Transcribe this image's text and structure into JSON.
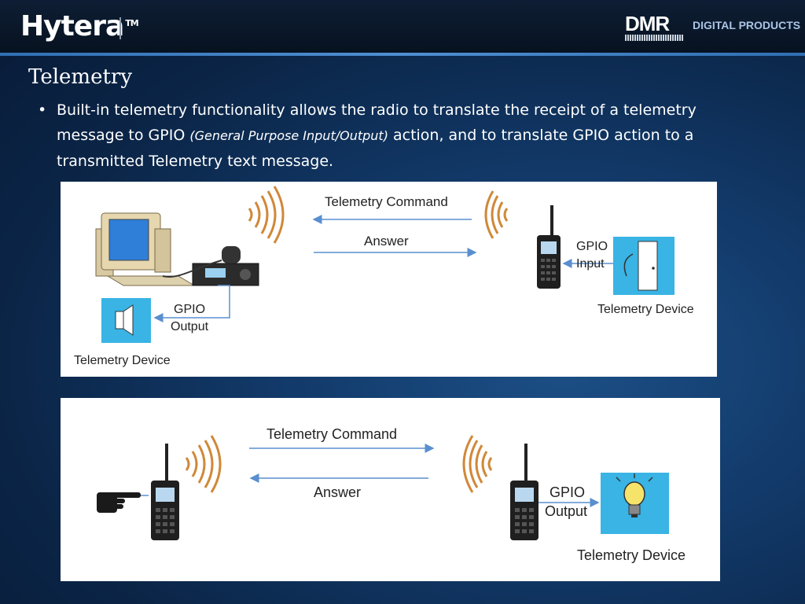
{
  "header": {
    "brand": "Hytera",
    "brand_tm": "TM",
    "partner_logo": "DMR",
    "partner_tag": "DIGITAL PRODUCTS"
  },
  "slide": {
    "title": "Telemetry",
    "bullet_part1": "Built-in telemetry  functionality allows the radio to translate the receipt of a telemetry message to GPIO ",
    "bullet_italic": "(General Purpose Input/Output)",
    "bullet_part2": " action, and to translate GPIO action to a transmitted Telemetry text message."
  },
  "diagram1": {
    "command_label": "Telemetry Command",
    "answer_label": "Answer",
    "gpio_input_line1": "GPIO",
    "gpio_input_line2": "Input",
    "gpio_output_line1": "GPIO",
    "gpio_output_line2": "Output",
    "device_right": "Telemetry Device",
    "device_left": "Telemetry Device",
    "icons": [
      "computer-icon",
      "base-station-radio-icon",
      "speaker-icon",
      "signal-waves-icon",
      "handheld-radio-icon",
      "door-sensor-icon"
    ]
  },
  "diagram2": {
    "command_label": "Telemetry Command",
    "answer_label": "Answer",
    "gpio_output_line1": "GPIO",
    "gpio_output_line2": "Output",
    "device_label": "Telemetry Device",
    "icons": [
      "pointing-hand-icon",
      "handheld-radio-icon",
      "signal-waves-icon",
      "light-bulb-icon"
    ]
  }
}
